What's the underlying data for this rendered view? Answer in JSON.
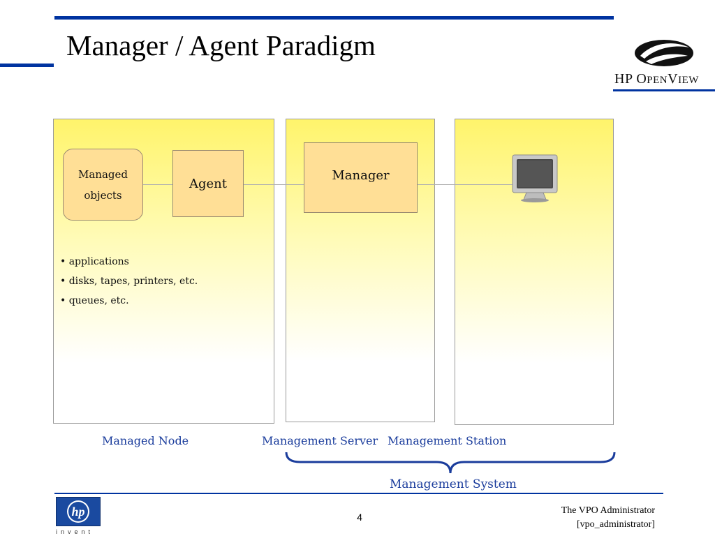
{
  "slide": {
    "title": "Manager / Agent Paradigm",
    "page_number": "4"
  },
  "brand": {
    "hp": "HP",
    "o": "O",
    "pen": "PEN",
    "v": "V",
    "iew": "IEW",
    "hp_logo_letters": "hp",
    "invent": "invent"
  },
  "diagram": {
    "managed_objects": "Managed objects",
    "agent": "Agent",
    "manager": "Manager",
    "bullets": [
      "• applications",
      "• disks, tapes, printers, etc.",
      "• queues, etc."
    ],
    "captions": {
      "managed_node": "Managed Node",
      "management_server": "Management Server",
      "management_station": "Management Station",
      "management_system": "Management System"
    }
  },
  "footer": {
    "line1": "The VPO Administrator",
    "line2": "[vpo_administrator]"
  },
  "colors": {
    "rule_blue": "#0033a0",
    "caption_blue": "#1a3c9c",
    "box_fill": "#ffdf96",
    "panel_yellow": "#fff46b"
  }
}
